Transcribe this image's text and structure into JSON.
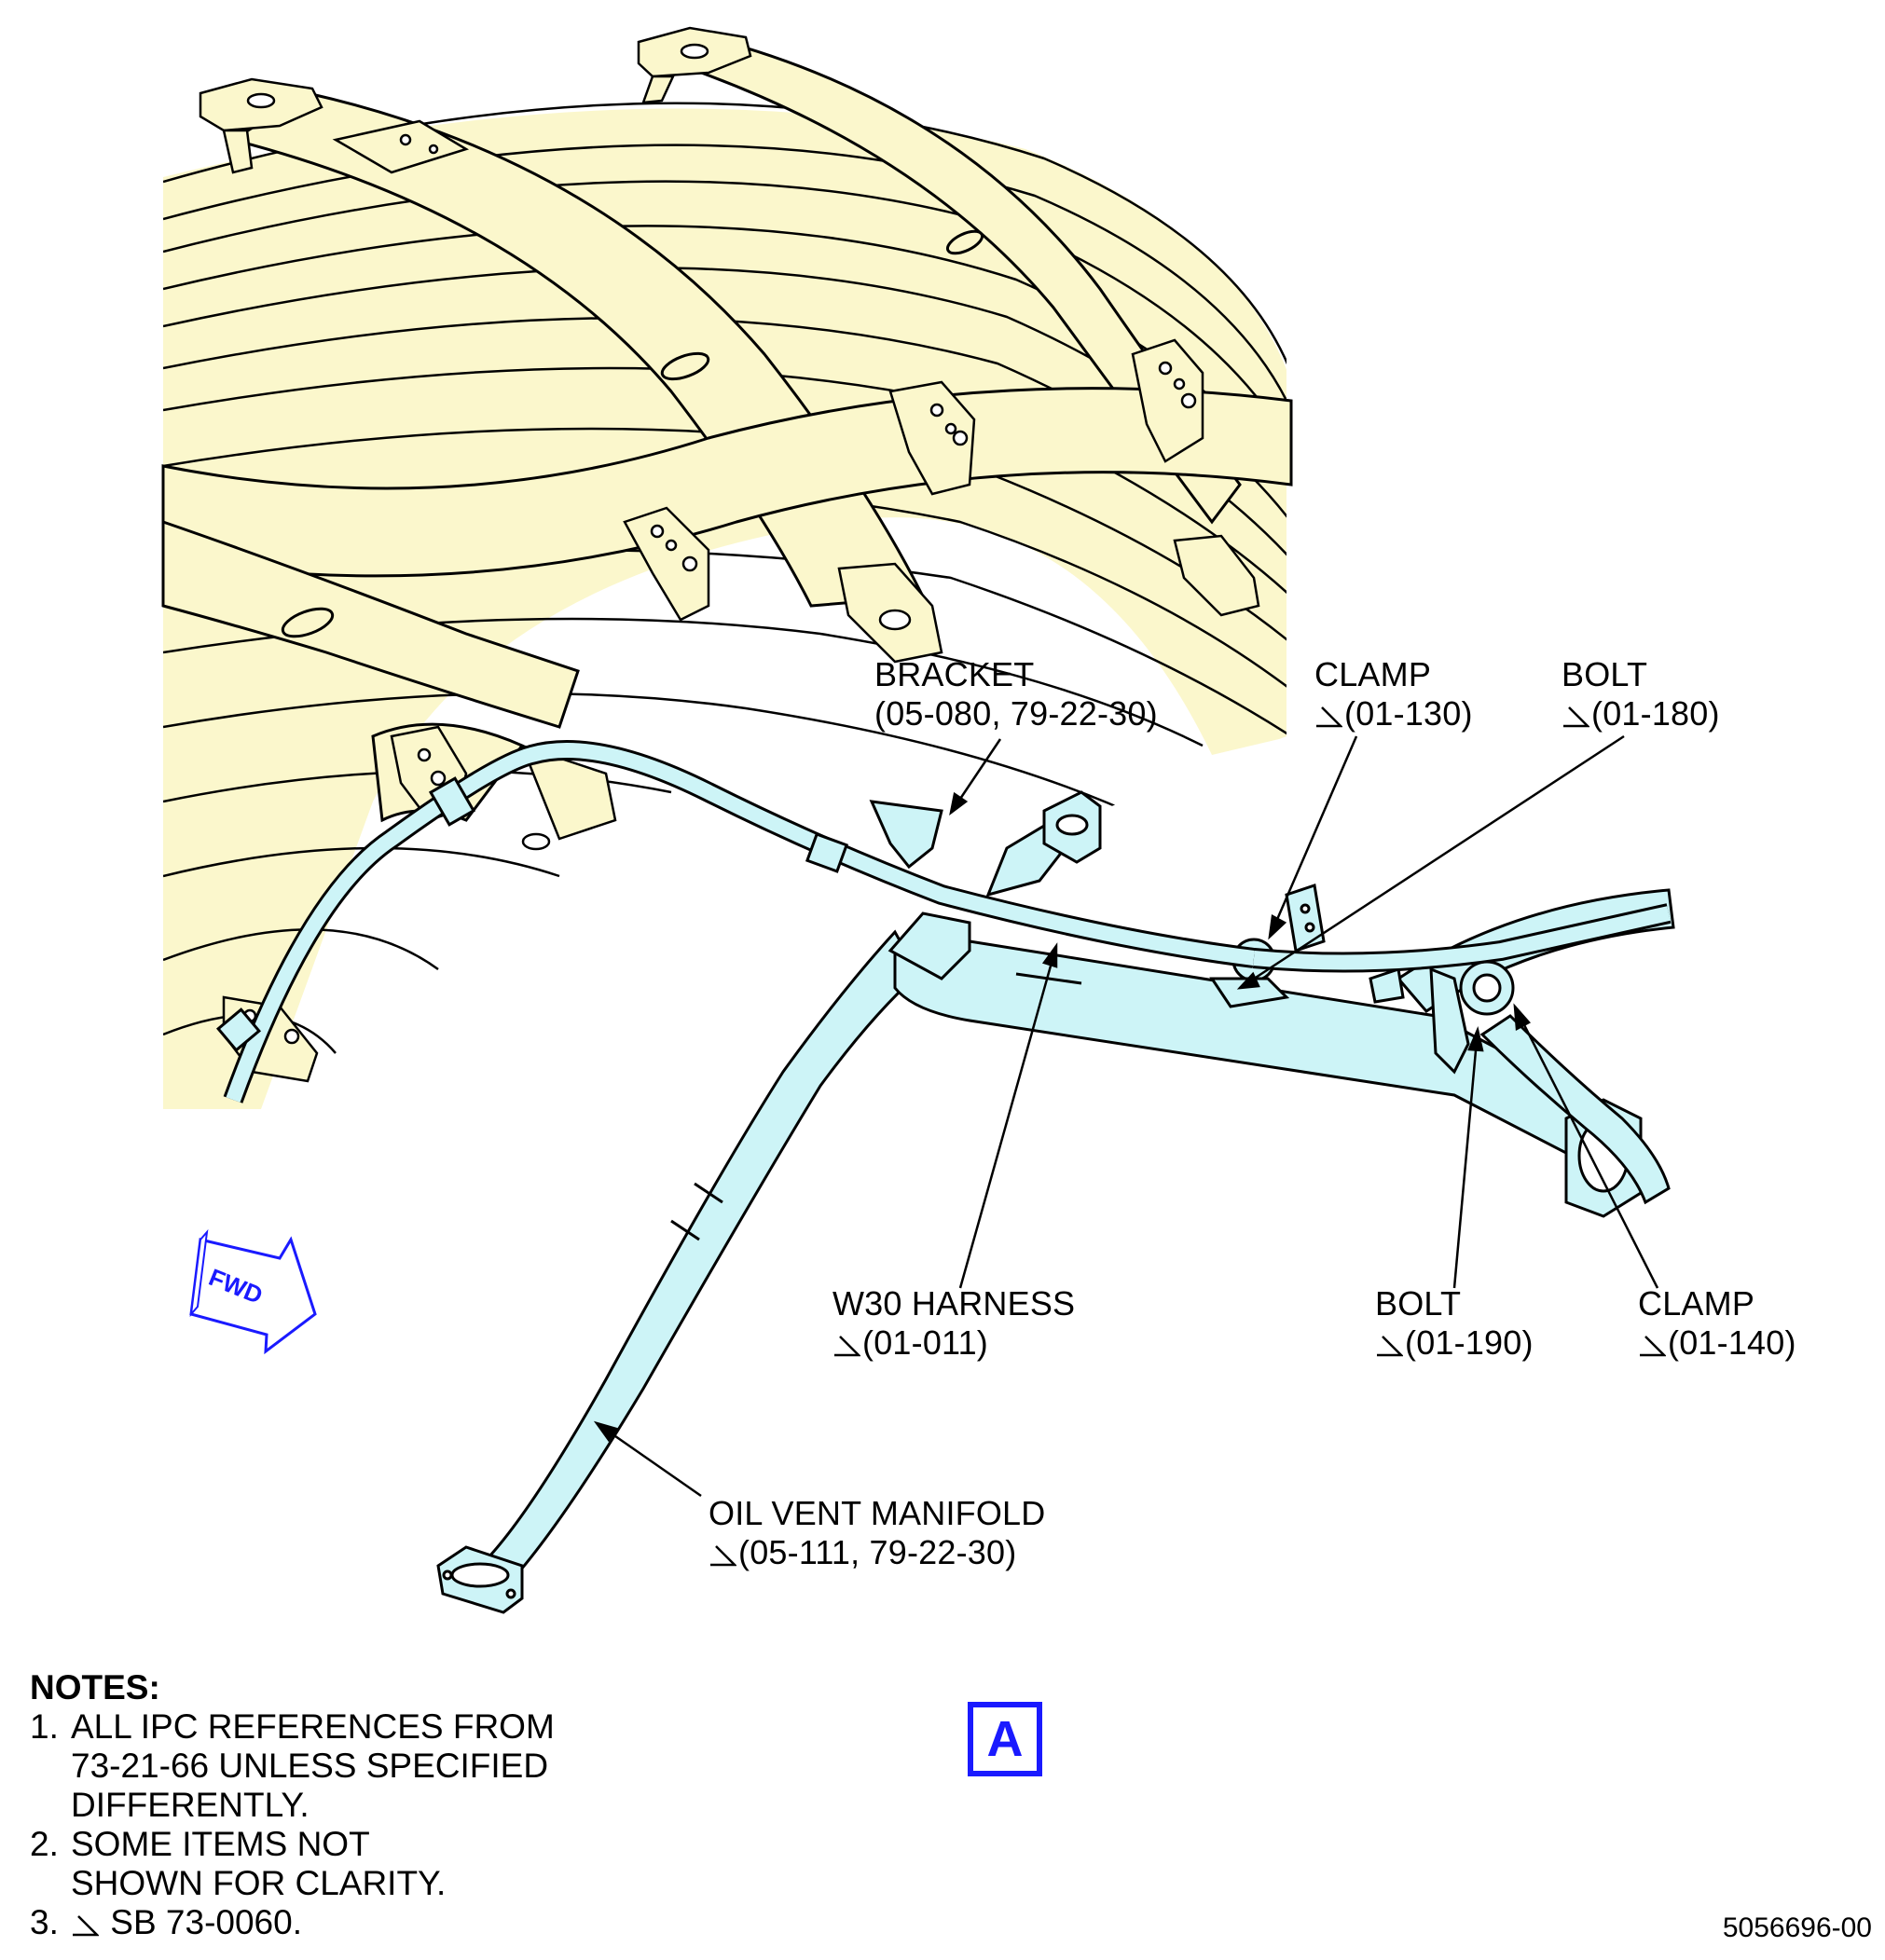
{
  "callouts": {
    "bracket": {
      "name": "BRACKET",
      "ref": "(05-080, 79-22-30)",
      "has_sb_mark": false
    },
    "clamp_130": {
      "name": "CLAMP",
      "ref": "(01-130)",
      "has_sb_mark": true
    },
    "bolt_180": {
      "name": "BOLT",
      "ref": "(01-180)",
      "has_sb_mark": true
    },
    "w30_harness": {
      "name": "W30 HARNESS",
      "ref": "(01-011)",
      "has_sb_mark": true
    },
    "bolt_190": {
      "name": "BOLT",
      "ref": "(01-190)",
      "has_sb_mark": true
    },
    "clamp_140": {
      "name": "CLAMP",
      "ref": "(01-140)",
      "has_sb_mark": true
    },
    "oil_vent_manifold": {
      "name": "OIL VENT MANIFOLD",
      "ref": "(05-111, 79-22-30)",
      "has_sb_mark": true
    }
  },
  "fwd_arrow": {
    "label": "FWD",
    "color": "#1a1aff"
  },
  "view_label": "A",
  "notes": {
    "title": "NOTES:",
    "items": [
      {
        "num": "1.",
        "lines": [
          "ALL IPC REFERENCES FROM",
          "73-21-66 UNLESS SPECIFIED",
          "DIFFERENTLY."
        ]
      },
      {
        "num": "2.",
        "lines": [
          "SOME ITEMS NOT",
          "SHOWN FOR CLARITY."
        ]
      },
      {
        "num": "3.",
        "lines": [
          "SB 73-0060."
        ],
        "has_sb_mark": true
      }
    ]
  },
  "figure_number": "5056696-00",
  "colors": {
    "structure_fill": "#fbf7cc",
    "tube_fill": "#cdf4f7",
    "accent_blue": "#1a1aff",
    "line": "#000000"
  }
}
